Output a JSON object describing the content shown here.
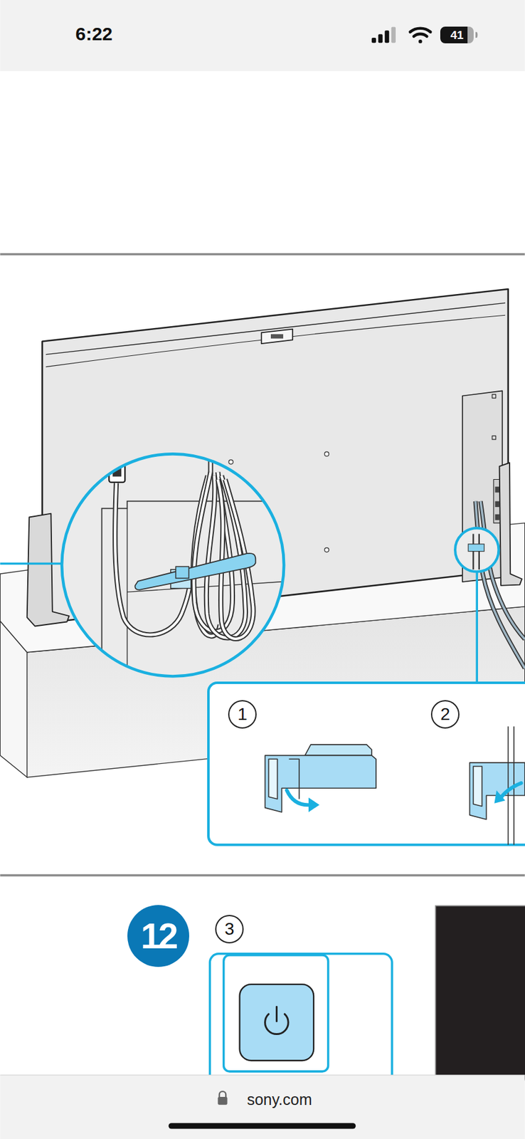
{
  "diagram": {
    "nodes": [
      {
        "text": [
          "41"
        ]
      },
      {
        "text": [
          "1"
        ]
      },
      {
        "text": [
          "2"
        ]
      },
      {
        "text": [
          "12"
        ]
      },
      {
        "text": [
          "3"
        ]
      }
    ],
    "labels": [
      "6:22",
      "sony.com"
    ]
  }
}
